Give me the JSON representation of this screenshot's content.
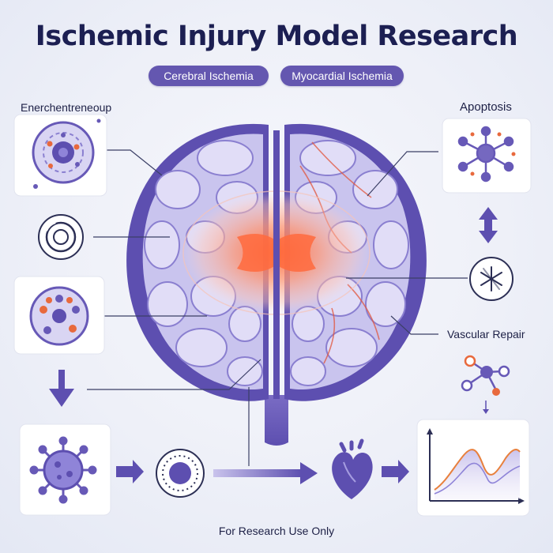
{
  "header": {
    "title": "Ischemic Injury Model Research",
    "tabs": [
      "Cerebral Ischemia",
      "Myocardial Ischemia"
    ]
  },
  "labels": {
    "left_top": "Enerchentreneoup",
    "apoptosis": "Apoptosis",
    "vascular_repair": "Vascular Repair"
  },
  "footer": "For Research Use Only",
  "icons": [
    "cell-icon",
    "ring-icon",
    "vesicle-cell-icon",
    "down-arrow-icon",
    "virus-cell-icon",
    "dotted-cell-icon",
    "heart-icon",
    "graph-icon",
    "network-node-icon",
    "up-down-arrow-icon",
    "asterisk-icon",
    "molecule-icon"
  ],
  "colors": {
    "primary": "#5d4fb0",
    "light": "#cfcaf0",
    "accent": "#e8693d"
  }
}
